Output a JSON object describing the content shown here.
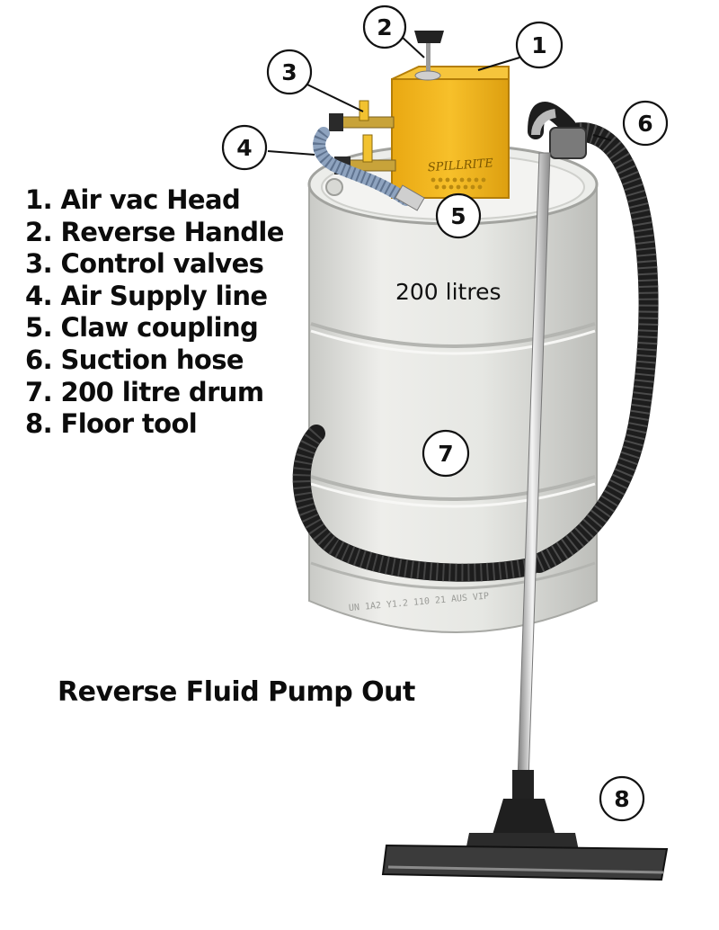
{
  "legend": [
    "1. Air vac Head",
    "2. Reverse Handle",
    "3. Control valves",
    "4. Air Supply line",
    "5. Claw coupling",
    "6. Suction hose",
    "7. 200 litre drum",
    "8. Floor tool"
  ],
  "caption": "Reverse Fluid Pump Out",
  "drum_volume_label": "200 litres",
  "brand_label": "SPILLRITE",
  "drum_stamp": "UN 1A2 Y1.2 110 21 AUS VIP",
  "callouts": [
    "1",
    "2",
    "3",
    "4",
    "5",
    "6",
    "7",
    "8"
  ],
  "colors": {
    "pump_head": "#f2b51c",
    "drum": "#e4e5e1",
    "hose": "#1d1d1d",
    "wand": "#c9c9c9",
    "callout_fill": "#ffffff",
    "text": "#0c0c0c"
  }
}
